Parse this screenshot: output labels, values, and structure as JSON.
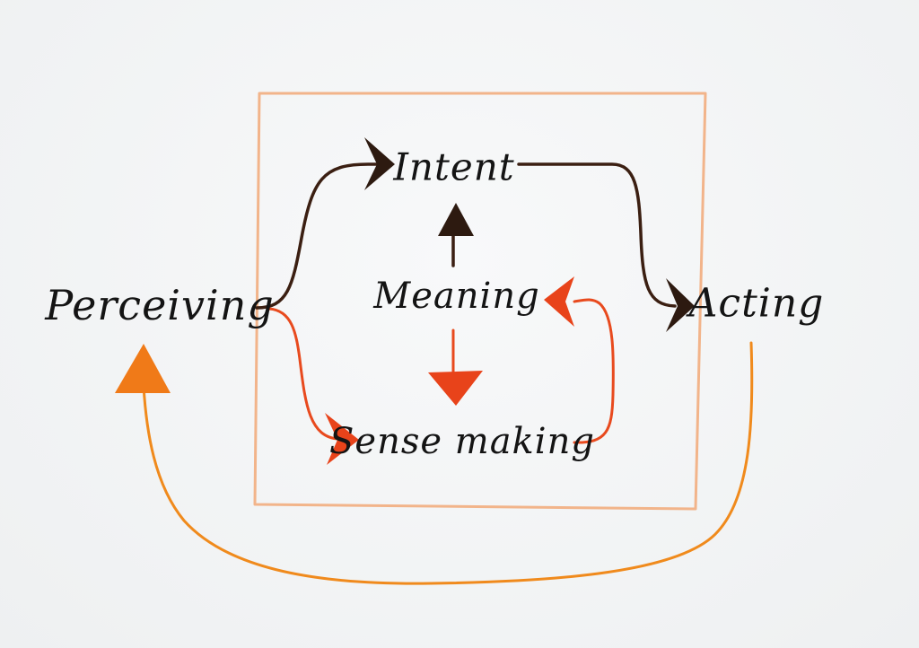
{
  "nodes": {
    "perceiving": "Perceiving",
    "intent": "Intent",
    "meaning": "Meaning",
    "sense_making": "Sense making",
    "acting": "Acting"
  },
  "colors": {
    "paper": "#f4f5f6",
    "ink": "#141414",
    "dark_arrow": "#3b1f12",
    "red_arrow": "#e84a1e",
    "orange_arrow": "#f08a1c",
    "box": "#f2b48a"
  }
}
